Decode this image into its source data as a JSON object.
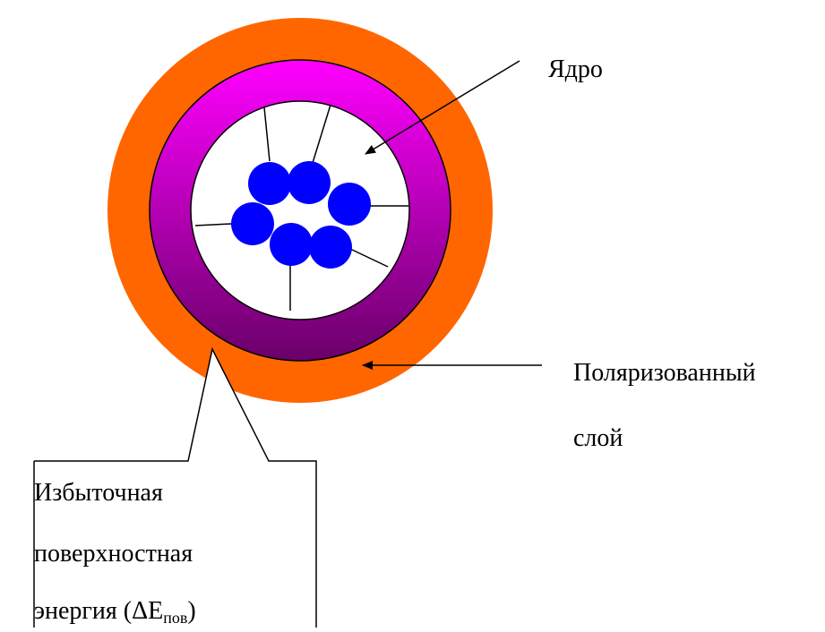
{
  "labels": {
    "core": "Ядро",
    "polarized_line1": "Поляризованный",
    "polarized_line2": "слой",
    "energy_line1": "Избыточная",
    "energy_line2": "поверхностная",
    "energy_line3_prefix": "энергия (ΔE",
    "energy_subscript": "пов",
    "energy_line3_suffix": ")"
  },
  "colors": {
    "outer_layer": "#ff6600",
    "polarized_top": "#ff00ff",
    "polarized_bottom": "#6a006a",
    "core_fill": "#ffffff",
    "particles": "#0000ff",
    "lines": "#000000"
  },
  "particles_count": 6
}
